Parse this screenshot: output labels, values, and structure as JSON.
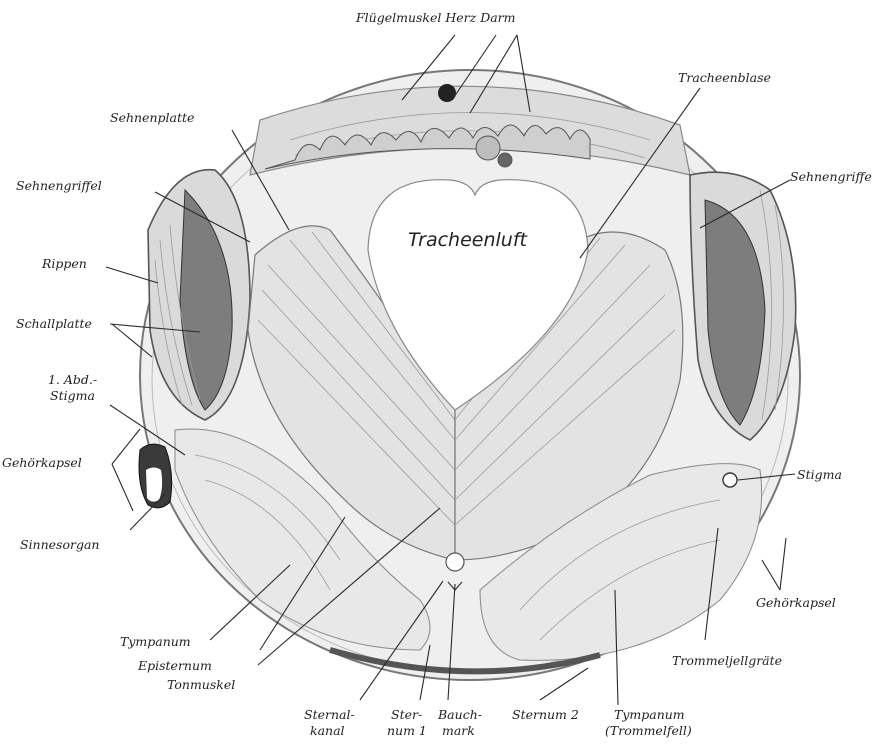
{
  "figure": {
    "labels": {
      "fluegelmuskel_herz_darm": "Flügelmuskel Herz Darm",
      "tracheenblase": "Tracheenblase",
      "sehnenplatte": "Sehnenplatte",
      "sehnengriffel_left": "Sehnengriffel",
      "sehnengriffel_right": "Sehnengriffe",
      "rippen": "Rippen",
      "schallplatte": "Schallplatte",
      "abd_stigma_line1": "1. Abd.-",
      "abd_stigma_line2": "Stigma",
      "gehoerkapsel_left": "Gehörkapsel",
      "sinnesorgan": "Sinnesorgan",
      "tympanum_left": "Tympanum",
      "episternum": "Episternum",
      "tonmuskel": "Tonmuskel",
      "sternalkanal_line1": "Sternal-",
      "sternalkanal_line2": "kanal",
      "sternum1_line1": "Ster-",
      "sternum1_line2": "num 1",
      "bauchmark_line1": "Bauch-",
      "bauchmark_line2": "mark",
      "sternum2": "Sternum 2",
      "tympanum_right_line1": "Tympanum",
      "tympanum_right_line2": "(Trommelfell)",
      "trommeljellgraete": "Trommeljellgräte",
      "gehoerkapsel_right": "Gehörkapsel",
      "stigma": "Stigma",
      "tracheenluft": "Tracheenluft"
    },
    "colors": {
      "ink": "#222222",
      "tissue_fill": "#e9e9e9",
      "dark_tissue": "#6d6d6d",
      "air_space": "#ffffff"
    }
  }
}
